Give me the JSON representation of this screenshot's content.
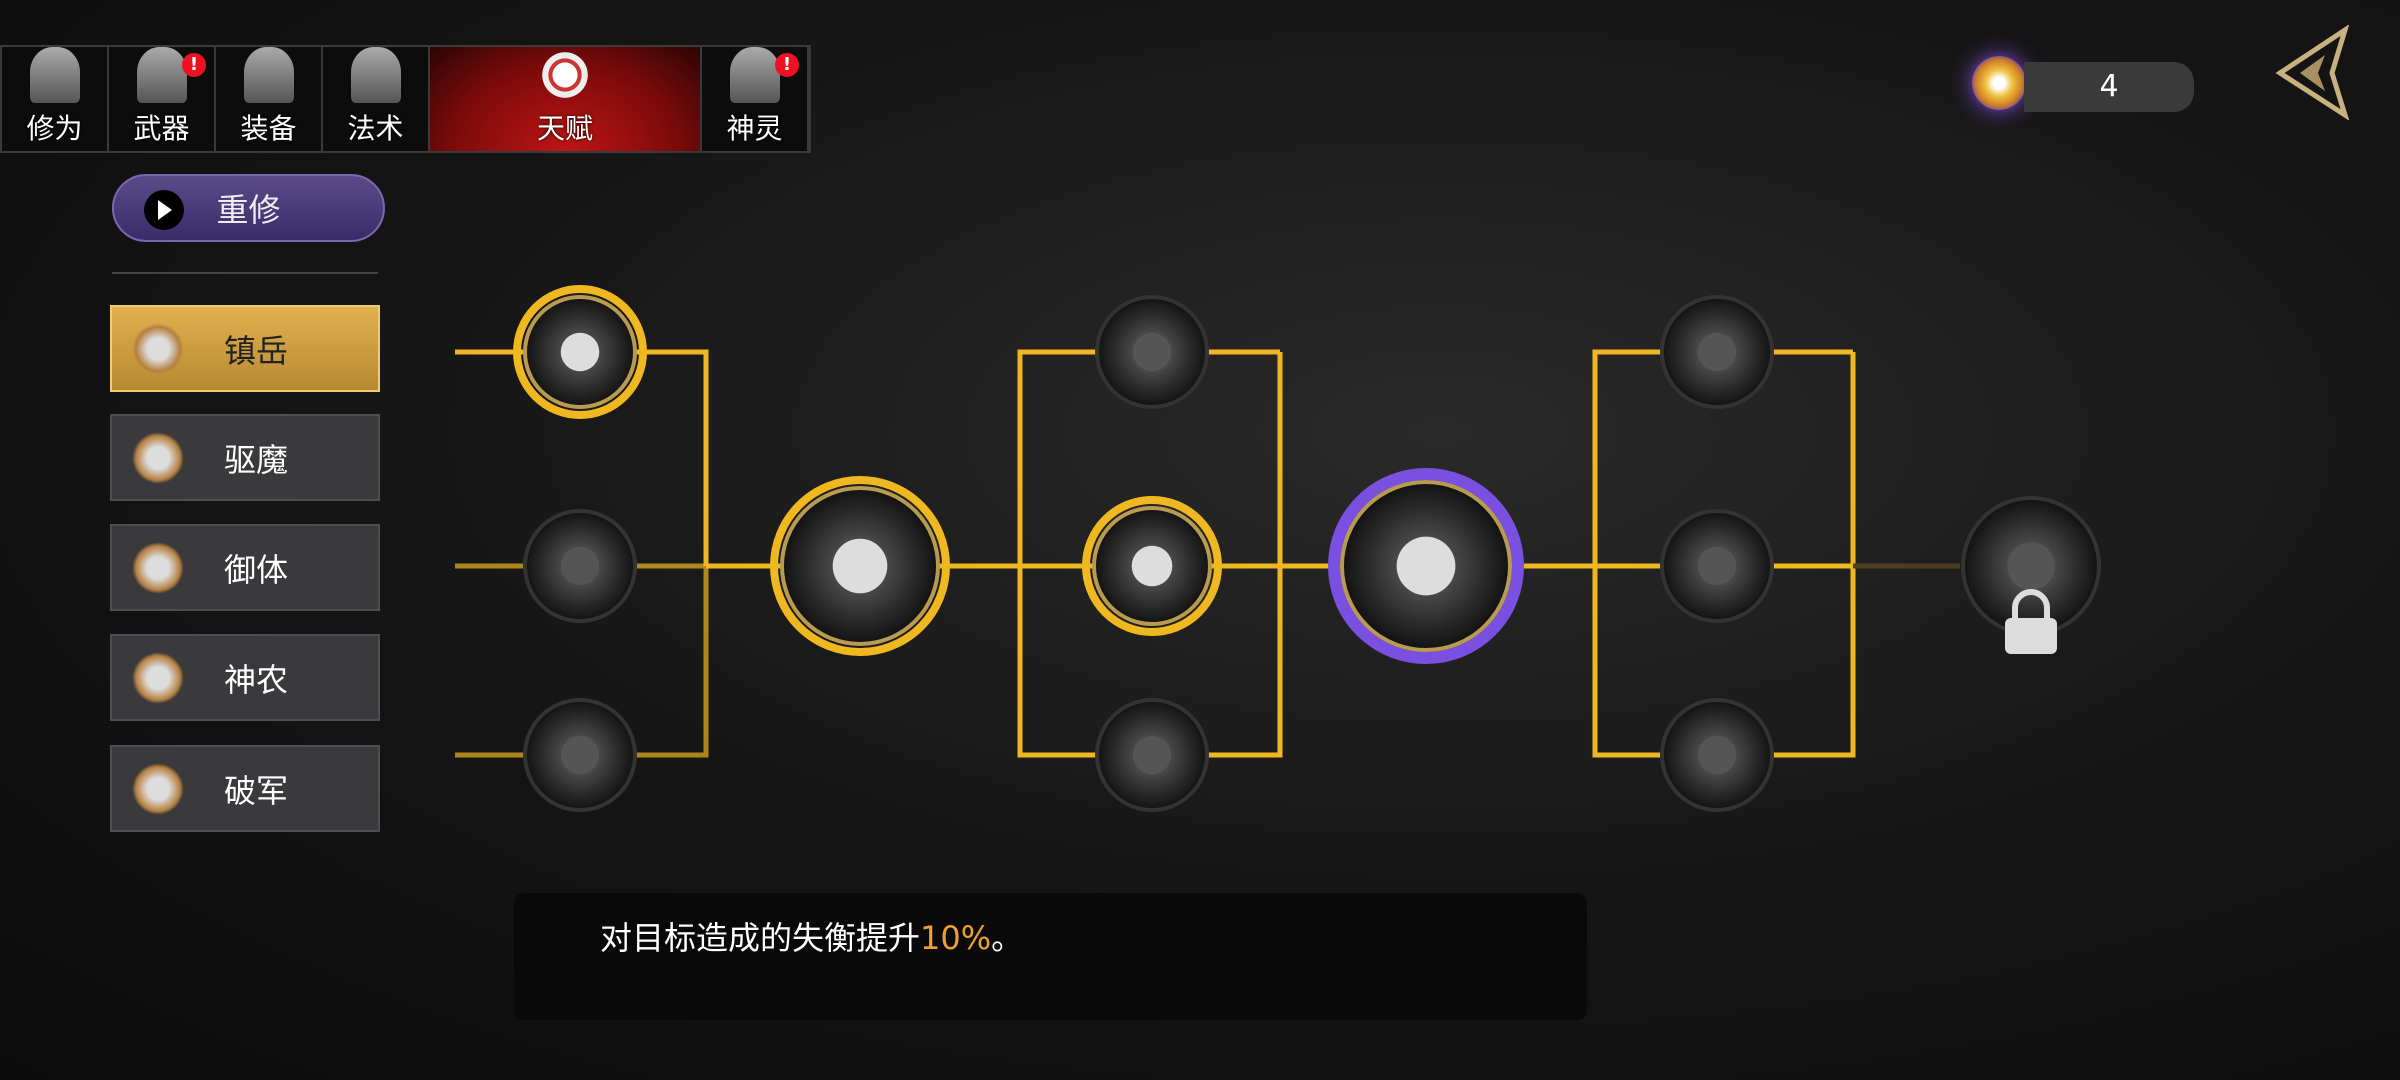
{
  "tabs": [
    {
      "label": "修为",
      "icon": "cultivation-figure-icon",
      "alert": false
    },
    {
      "label": "武器",
      "icon": "sword-icon",
      "alert": true
    },
    {
      "label": "装备",
      "icon": "robe-icon",
      "alert": false
    },
    {
      "label": "法术",
      "icon": "scroll-icon",
      "alert": false
    },
    {
      "label": "天赋",
      "icon": "yin-yang-bagua-icon",
      "alert": false,
      "selected": true
    },
    {
      "label": "神灵",
      "icon": "shrine-tablet-icon",
      "alert": true
    }
  ],
  "badge_glyph": "!",
  "reset_button": {
    "label": "重修"
  },
  "sidebar": [
    {
      "label": "镇岳",
      "selected": true
    },
    {
      "label": "驱魔"
    },
    {
      "label": "御体"
    },
    {
      "label": "神农"
    },
    {
      "label": "破军"
    }
  ],
  "currency": {
    "value": "4",
    "icon": "talent-orb-icon"
  },
  "description": {
    "text": "对目标造成的失衡提升",
    "highlight": "10%",
    "suffix": "。"
  },
  "colors": {
    "gold": "#f0b820",
    "purple": "#7a50e0",
    "highlight": "#f0a030",
    "dim": "#4a3e1e"
  }
}
